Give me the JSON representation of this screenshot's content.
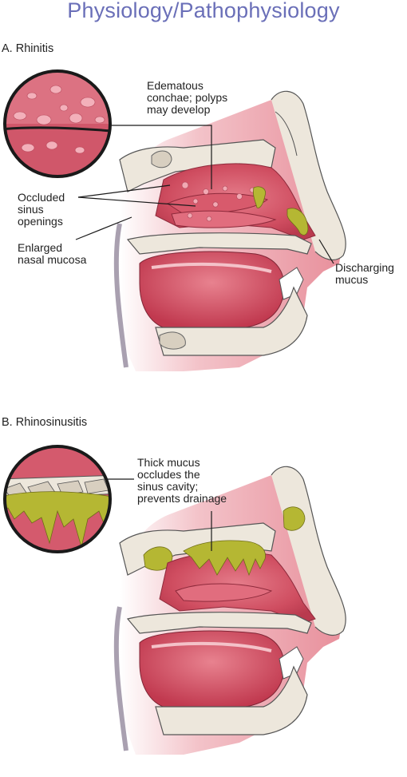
{
  "title": "Physiology/Pathophysiology",
  "panel_a": {
    "heading": "A. Rhinitis",
    "labels": {
      "edematous_1": "Edematous",
      "edematous_2": "conchae; polyps",
      "edematous_3": "may develop",
      "occluded_1": "Occluded",
      "occluded_2": "sinus",
      "occluded_3": "openings",
      "enlarged_1": "Enlarged",
      "enlarged_2": "nasal mucosa",
      "discharging_1": "Discharging",
      "discharging_2": "mucus"
    }
  },
  "panel_b": {
    "heading": "B. Rhinosinusitis",
    "labels": {
      "thick_1": "Thick mucus",
      "thick_2": "occludes the",
      "thick_3": "sinus cavity;",
      "thick_4": "prevents drainage"
    }
  },
  "colors": {
    "title": "#6a6fb8",
    "mucosa": "#c9475a",
    "mucosa_light": "#e8a3ae",
    "bone": "#ede7dc",
    "mucus": "#b5b733"
  }
}
